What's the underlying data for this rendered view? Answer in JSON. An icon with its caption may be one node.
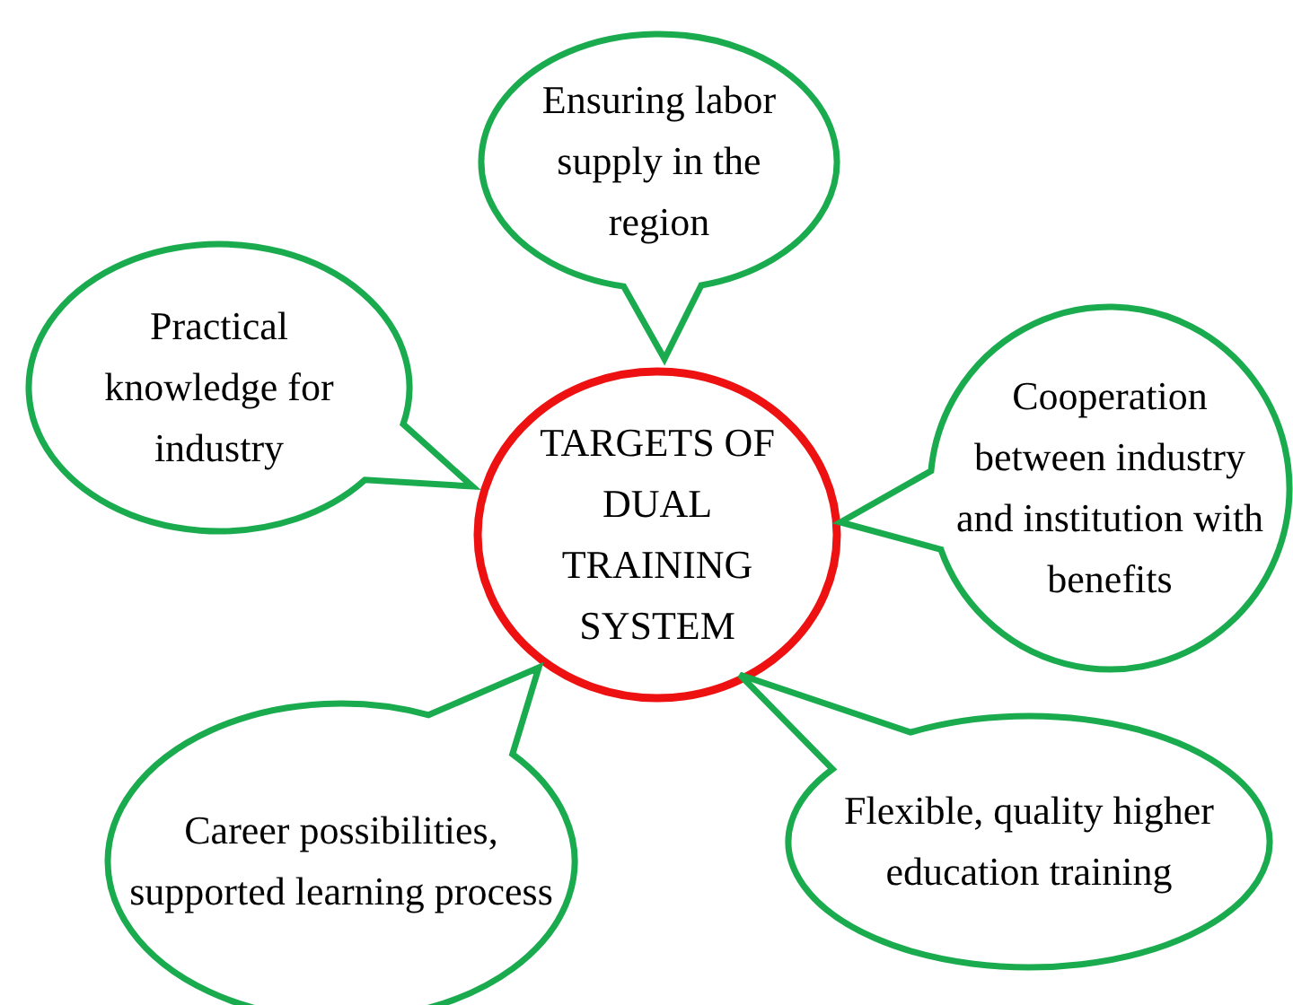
{
  "diagram": {
    "nodes": [
      {
        "text": [
          "TARGETS OF DUAL TRAINING SYSTEM"
        ]
      },
      {
        "text": [
          "Ensuring labor supply in the region"
        ]
      },
      {
        "text": [
          "Practical knowledge for industry"
        ]
      },
      {
        "text": [
          "Cooperation between industry and institution with benefits"
        ]
      },
      {
        "text": [
          "Career possibilities, supported learning process"
        ]
      },
      {
        "text": [
          "Flexible, quality higher education training"
        ]
      }
    ]
  }
}
